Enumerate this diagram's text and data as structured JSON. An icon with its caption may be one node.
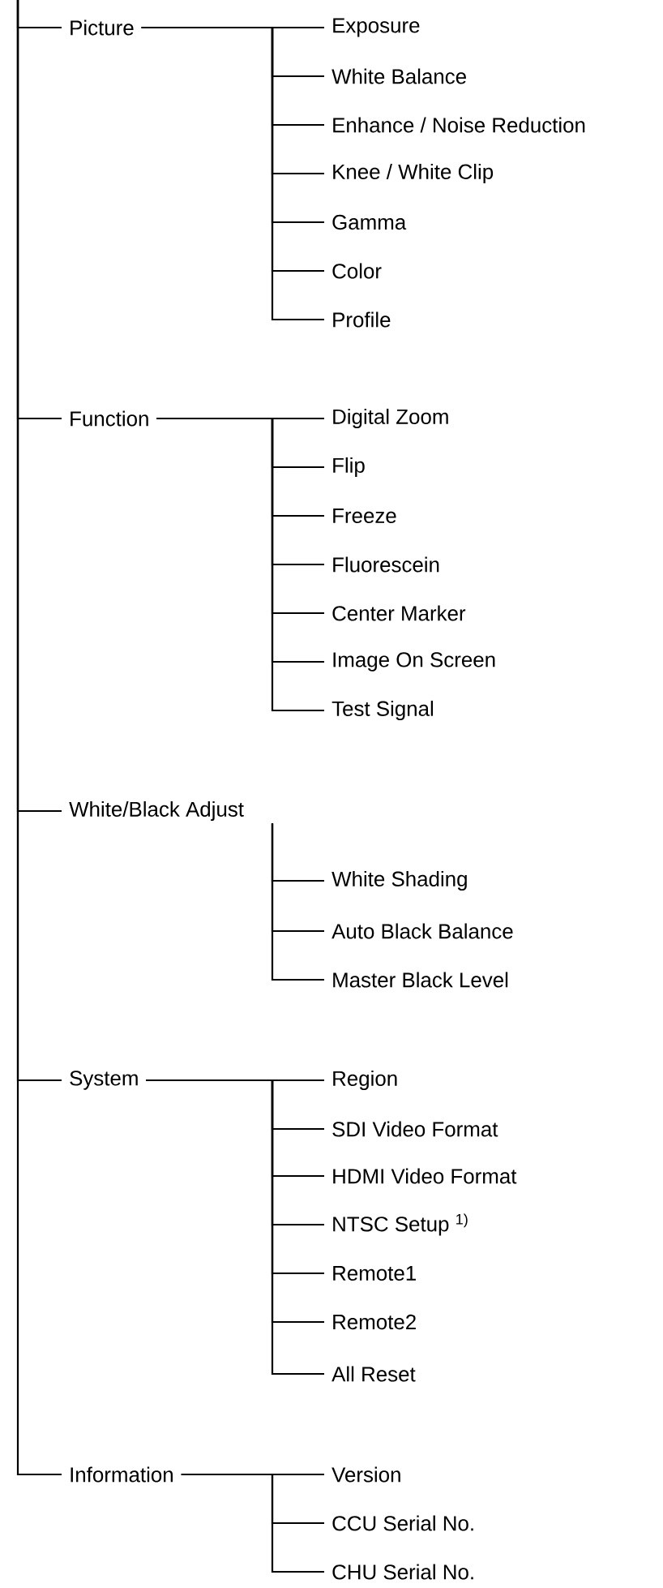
{
  "diagram": {
    "nodes": [
      {
        "text": [
          "Picture"
        ]
      },
      {
        "text": [
          "Exposure"
        ]
      },
      {
        "text": [
          "White Balance"
        ]
      },
      {
        "text": [
          "Enhance / Noise Reduction"
        ]
      },
      {
        "text": [
          "Knee / White Clip"
        ]
      },
      {
        "text": [
          "Gamma"
        ]
      },
      {
        "text": [
          "Color"
        ]
      },
      {
        "text": [
          "Profile"
        ]
      },
      {
        "text": [
          "Function"
        ]
      },
      {
        "text": [
          "Digital Zoom"
        ]
      },
      {
        "text": [
          "Flip"
        ]
      },
      {
        "text": [
          "Freeze"
        ]
      },
      {
        "text": [
          "Fluorescein"
        ]
      },
      {
        "text": [
          "Center Marker"
        ]
      },
      {
        "text": [
          "Image On Screen"
        ]
      },
      {
        "text": [
          "Test Signal"
        ]
      },
      {
        "text": [
          "White/Black Adjust"
        ]
      },
      {
        "text": [
          "White Shading"
        ]
      },
      {
        "text": [
          "Auto Black Balance"
        ]
      },
      {
        "text": [
          "Master Black Level"
        ]
      },
      {
        "text": [
          "System"
        ]
      },
      {
        "text": [
          "Region"
        ]
      },
      {
        "text": [
          "SDI Video Format"
        ]
      },
      {
        "text": [
          "HDMI Video Format"
        ]
      },
      {
        "text": [
          "NTSC Setup $^{1)}$"
        ]
      },
      {
        "text": [
          "Remote1"
        ]
      },
      {
        "text": [
          "Remote2"
        ]
      },
      {
        "text": [
          "All Reset"
        ]
      },
      {
        "text": [
          "Information"
        ]
      },
      {
        "text": [
          "Version"
        ]
      },
      {
        "text": [
          "CCU Serial No."
        ]
      },
      {
        "text": [
          "CHU Serial No."
        ]
      }
    ],
    "edges": [
      {
        "from": null,
        "to": 0,
        "arrow": "none"
      },
      {
        "from": 0,
        "to": 1,
        "arrow": "none"
      },
      {
        "from": 0,
        "to": 2,
        "arrow": "none"
      },
      {
        "from": 0,
        "to": 3,
        "arrow": "none"
      },
      {
        "from": 0,
        "to": 4,
        "arrow": "none"
      },
      {
        "from": 0,
        "to": 5,
        "arrow": "none"
      },
      {
        "from": 0,
        "to": 6,
        "arrow": "none"
      },
      {
        "from": 0,
        "to": 7,
        "arrow": "none"
      },
      {
        "from": null,
        "to": 8,
        "arrow": "none"
      },
      {
        "from": 8,
        "to": 9,
        "arrow": "none"
      },
      {
        "from": 8,
        "to": 10,
        "arrow": "none"
      },
      {
        "from": 8,
        "to": 11,
        "arrow": "none"
      },
      {
        "from": 8,
        "to": 12,
        "arrow": "none"
      },
      {
        "from": 8,
        "to": 13,
        "arrow": "none"
      },
      {
        "from": 8,
        "to": 14,
        "arrow": "none"
      },
      {
        "from": 8,
        "to": 15,
        "arrow": "none"
      },
      {
        "from": null,
        "to": 16,
        "arrow": "none"
      },
      {
        "from": 16,
        "to": 17,
        "arrow": "none"
      },
      {
        "from": 16,
        "to": 18,
        "arrow": "none"
      },
      {
        "from": 16,
        "to": 19,
        "arrow": "none"
      },
      {
        "from": null,
        "to": 20,
        "arrow": "none"
      },
      {
        "from": 20,
        "to": 21,
        "arrow": "none"
      },
      {
        "from": 20,
        "to": 22,
        "arrow": "none"
      },
      {
        "from": 20,
        "to": 23,
        "arrow": "none"
      },
      {
        "from": 20,
        "to": 24,
        "arrow": "none"
      },
      {
        "from": 20,
        "to": 25,
        "arrow": "none"
      },
      {
        "from": 20,
        "to": 26,
        "arrow": "none"
      },
      {
        "from": 20,
        "to": 27,
        "arrow": "none"
      },
      {
        "from": null,
        "to": 28,
        "arrow": "none"
      },
      {
        "from": 28,
        "to": 29,
        "arrow": "none"
      },
      {
        "from": 28,
        "to": 30,
        "arrow": "none"
      },
      {
        "from": 28,
        "to": 31,
        "arrow": "none"
      }
    ]
  }
}
